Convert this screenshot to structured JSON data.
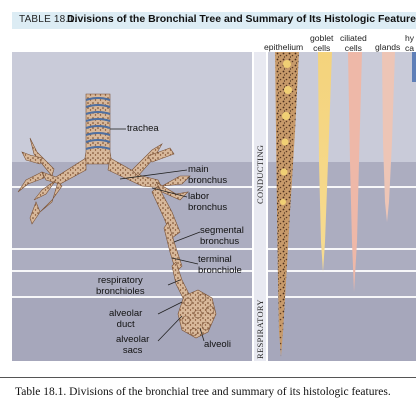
{
  "header": {
    "table_number": "TABLE 18.1.",
    "title": "Divisions of the Bronchial Tree and Summary of Its Histologic Features"
  },
  "columns": {
    "epithelium": "epithelium",
    "goblet": [
      "goblet",
      "cells"
    ],
    "ciliated": [
      "ciliated",
      "cells"
    ],
    "glands": "glands",
    "cut": [
      "hy",
      "ca"
    ]
  },
  "zones": {
    "conducting": "CONDUCTING",
    "respiratory": "RESPIRATORY"
  },
  "airway_labels": {
    "trachea": "trachea",
    "main_bronchus": [
      "main",
      "bronchus"
    ],
    "lobar_bronchus": [
      "labor",
      "bronchus"
    ],
    "segmental_bronchus": [
      "segmental",
      "bronchus"
    ],
    "terminal_bronchiole": [
      "terminal",
      "bronchiole"
    ],
    "respiratory_bronchioles": [
      "respiratory",
      "bronchioles"
    ],
    "alveolar_duct": [
      "alveolar",
      "duct"
    ],
    "alveolar_sacs": [
      "alveolar",
      "sacs"
    ],
    "alveoli": "alveoli"
  },
  "colors": {
    "header_bg": "#dcecf4",
    "band_upper": "#c9cbd9",
    "band_lower": "#a9aabd",
    "goblet": "#f2d07a",
    "ciliated": "#eeb8a8",
    "glands": "#edc5b6",
    "cut_column": "#5f7fb8",
    "epithelium": "#b98a5e"
  },
  "caption": "Table 18.1. Divisions of the bronchial tree and summary of its histologic features."
}
